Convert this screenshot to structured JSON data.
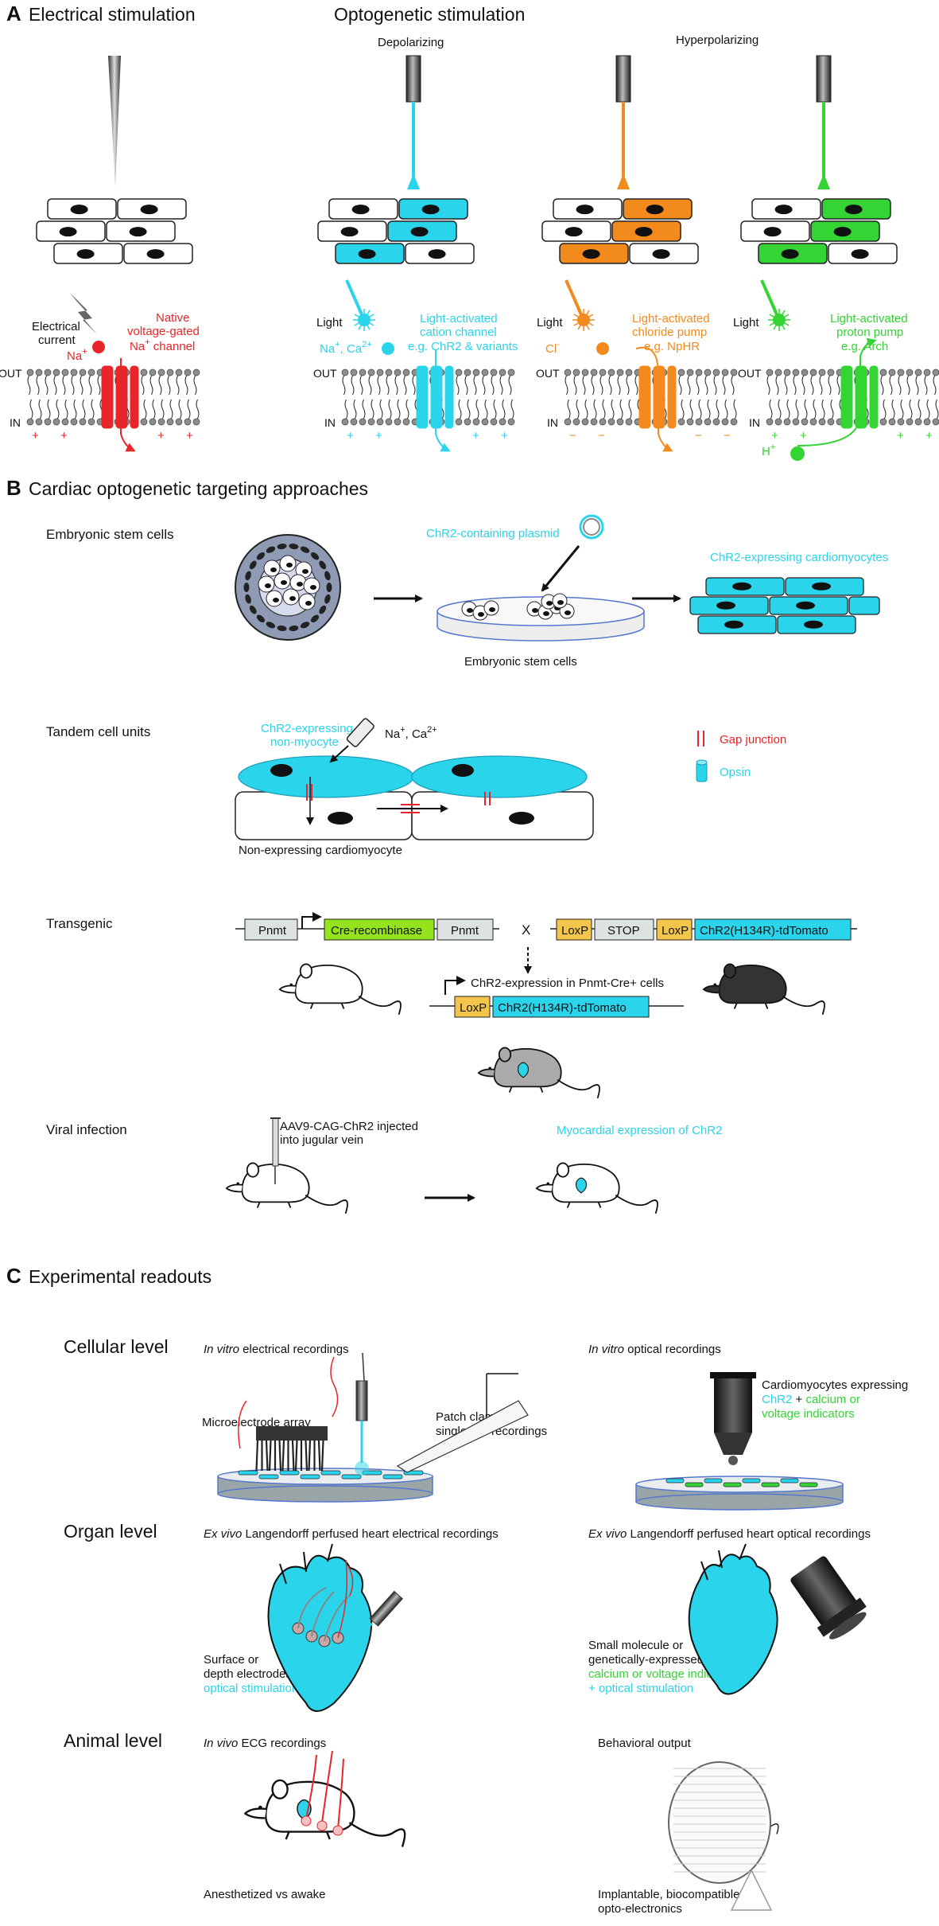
{
  "colors": {
    "red": "#e8262a",
    "cyan": "#2ad4ea",
    "orange": "#f28a1e",
    "green": "#33d433",
    "gray_box": "#dde2e2",
    "yellow_box": "#f3c64b",
    "lime_box": "#93e31d",
    "dark_gray": "#555555",
    "stem_blue": "#6d7a9c"
  },
  "panel_a": {
    "letter": "A",
    "electrical_title": "Electrical stimulation",
    "optogenetic_title": "Optogenetic stimulation",
    "depolarizing": "Depolarizing",
    "hyperpolarizing": "Hyperpolarizing",
    "electrical": {
      "current_line1": "Electrical",
      "current_line2": "current",
      "ion": "Na",
      "ion_sup": "+",
      "channel_line1": "Native",
      "channel_line2": "voltage-gated",
      "channel_line3": "Na",
      "channel_line3_sup": "+",
      "channel_line3_end": " channel",
      "out": "OUT",
      "in": "IN",
      "charges": [
        "+",
        "+",
        "+",
        "+"
      ]
    },
    "chr2": {
      "light": "Light",
      "ion": "Na",
      "ion_sup1": "+",
      "ion_mid": ", Ca",
      "ion_sup2": "2+",
      "line1": "Light-activated",
      "line2": "cation channel",
      "line3": "e.g. ChR2 & variants",
      "out": "OUT",
      "in": "IN",
      "charges": [
        "+",
        "+",
        "+",
        "+"
      ]
    },
    "nphr": {
      "light": "Light",
      "ion": "Cl",
      "ion_sup": "-",
      "line1": "Light-activated",
      "line2": "chloride pump",
      "line3": "e.g. NpHR",
      "out": "OUT",
      "in": "IN",
      "charges": [
        "−",
        "−",
        "−",
        "−"
      ]
    },
    "arch": {
      "light": "Light",
      "ion": "H",
      "ion_sup": "+",
      "line1": "Light-activated",
      "line2": "proton pump",
      "line3": "e.g. Arch",
      "out": "OUT",
      "in": "IN",
      "charges": [
        "+",
        "+",
        "+",
        "+"
      ]
    }
  },
  "panel_b": {
    "letter": "B",
    "title": "Cardiac optogenetic targeting approaches",
    "esc": {
      "label": "Embryonic stem cells",
      "plasmid": "ChR2-containing plasmid",
      "dish_label": "Embryonic stem cells",
      "result": "ChR2-expressing cardiomyocytes"
    },
    "tandem": {
      "label": "Tandem cell units",
      "nonmyocyte_line1": "ChR2-expressing",
      "nonmyocyte_line2": "non-myocyte",
      "ions": "Na",
      "ions_sup1": "+",
      "ions_mid": ", Ca",
      "ions_sup2": "2+",
      "cardiomyocyte": "Non-expressing cardiomyocyte",
      "legend_gap": "Gap junction",
      "legend_opsin": "Opsin"
    },
    "transgenic": {
      "label": "Transgenic",
      "pnmt1": "Pnmt",
      "cre": "Cre-recombinase",
      "pnmt2": "Pnmt",
      "cross": "X",
      "loxp1": "LoxP",
      "stop": "STOP",
      "loxp2": "LoxP",
      "chr2_construct": "ChR2(H134R)-tdTomato",
      "result_text": "ChR2-expression in Pnmt-Cre+ cells",
      "result_loxp": "LoxP",
      "result_construct": "ChR2(H134R)-tdTomato"
    },
    "viral": {
      "label": "Viral infection",
      "injection_line1": "AAV9-CAG-ChR2 injected",
      "injection_line2": "into jugular vein",
      "result": "Myocardial expression of ChR2"
    }
  },
  "panel_c": {
    "letter": "C",
    "title": "Experimental readouts",
    "cellular": {
      "label": "Cellular level",
      "left_italic": "In vitro",
      "left_rest": " electrical recordings",
      "mea": "Microelectrode array",
      "patch_line1": "Patch clamp",
      "patch_line2": "single cell recordings",
      "right_italic": "In vitro",
      "right_rest": " optical recordings",
      "cm_line1": "Cardiomyocytes expressing",
      "cm_chr2": "ChR2",
      "cm_plus": " + ",
      "cm_calcium": "calcium or",
      "cm_line3": "voltage indicators"
    },
    "organ": {
      "label": "Organ level",
      "left_italic": "Ex vivo",
      "left_rest": " Langendorff perfused heart electrical recordings",
      "surface_line1": "Surface  or",
      "surface_line2": "depth electrodes +",
      "surface_line3": "optical stimulation",
      "right_italic": "Ex vivo",
      "right_rest": " Langendorff perfused heart optical recordings",
      "small_line1": "Small molecule or",
      "small_line2": "genetically-expressed",
      "small_line3": "calcium or voltage  indicators",
      "small_line4": "+ optical stimulation"
    },
    "animal": {
      "label": "Animal level",
      "left_italic": "In vivo",
      "left_rest": " ECG recordings",
      "anesthetized": "Anesthetized vs awake",
      "right_title": "Behavioral output",
      "implant_line1": "Implantable, biocompatible",
      "implant_line2": "opto-electronics"
    }
  }
}
